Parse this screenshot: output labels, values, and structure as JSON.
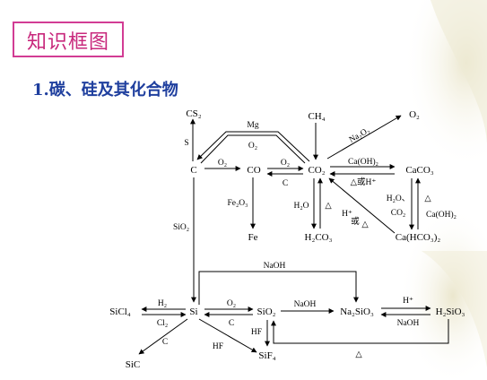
{
  "header": {
    "title": "知识框图"
  },
  "section": {
    "title": "1.碳、硅及其化合物"
  },
  "diagram": {
    "species": {
      "CS2": "CS₂",
      "C": "C",
      "CO": "CO",
      "CO2": "CO₂",
      "CH4": "CH₄",
      "O2": "O₂",
      "CaCO3": "CaCO₃",
      "Fe": "Fe",
      "H2CO3": "H₂CO₃",
      "CaHCO32": "Ca(HCO₃)₂",
      "Si": "Si",
      "SiCl4": "SiCl₄",
      "SiC": "SiC",
      "SiO2": "SiO₂",
      "SiF4": "SiF₄",
      "Na2SiO3": "Na₂SiO₃",
      "H2SiO3": "H₂SiO₃"
    },
    "conditions": {
      "S": "S",
      "Mg": "Mg",
      "O2_top": "O₂",
      "O2_c_co": "O₂",
      "O2_co_co2": "O₂",
      "C_back": "C",
      "Na2O2": "Na₂O₂",
      "CaOH2_fwd": "Ca(OH)₂",
      "heat_or_H": "△或H⁺",
      "Fe2O3": "Fe₂O₃",
      "H2O": "H₂O",
      "heat_co2": "△",
      "H_or": "H⁺",
      "or_char": "或",
      "heat_diag": "△",
      "H2O_CO2_1": "H₂O、",
      "H2O_CO2_2": "CO₂",
      "heat_ca": "△",
      "CaOH2_side": "Ca(OH)₂",
      "SiO2_vert": "SiO₂",
      "NaOH_top": "NaOH",
      "H2": "H₂",
      "Cl2": "Cl₂",
      "O2_si": "O₂",
      "C_si": "C",
      "NaOH_mid": "NaOH",
      "H_plus": "H⁺",
      "NaOH_bot": "NaOH",
      "C_sic": "C",
      "HF_1": "HF",
      "HF_2": "HF",
      "heat_bottom": "△"
    }
  }
}
